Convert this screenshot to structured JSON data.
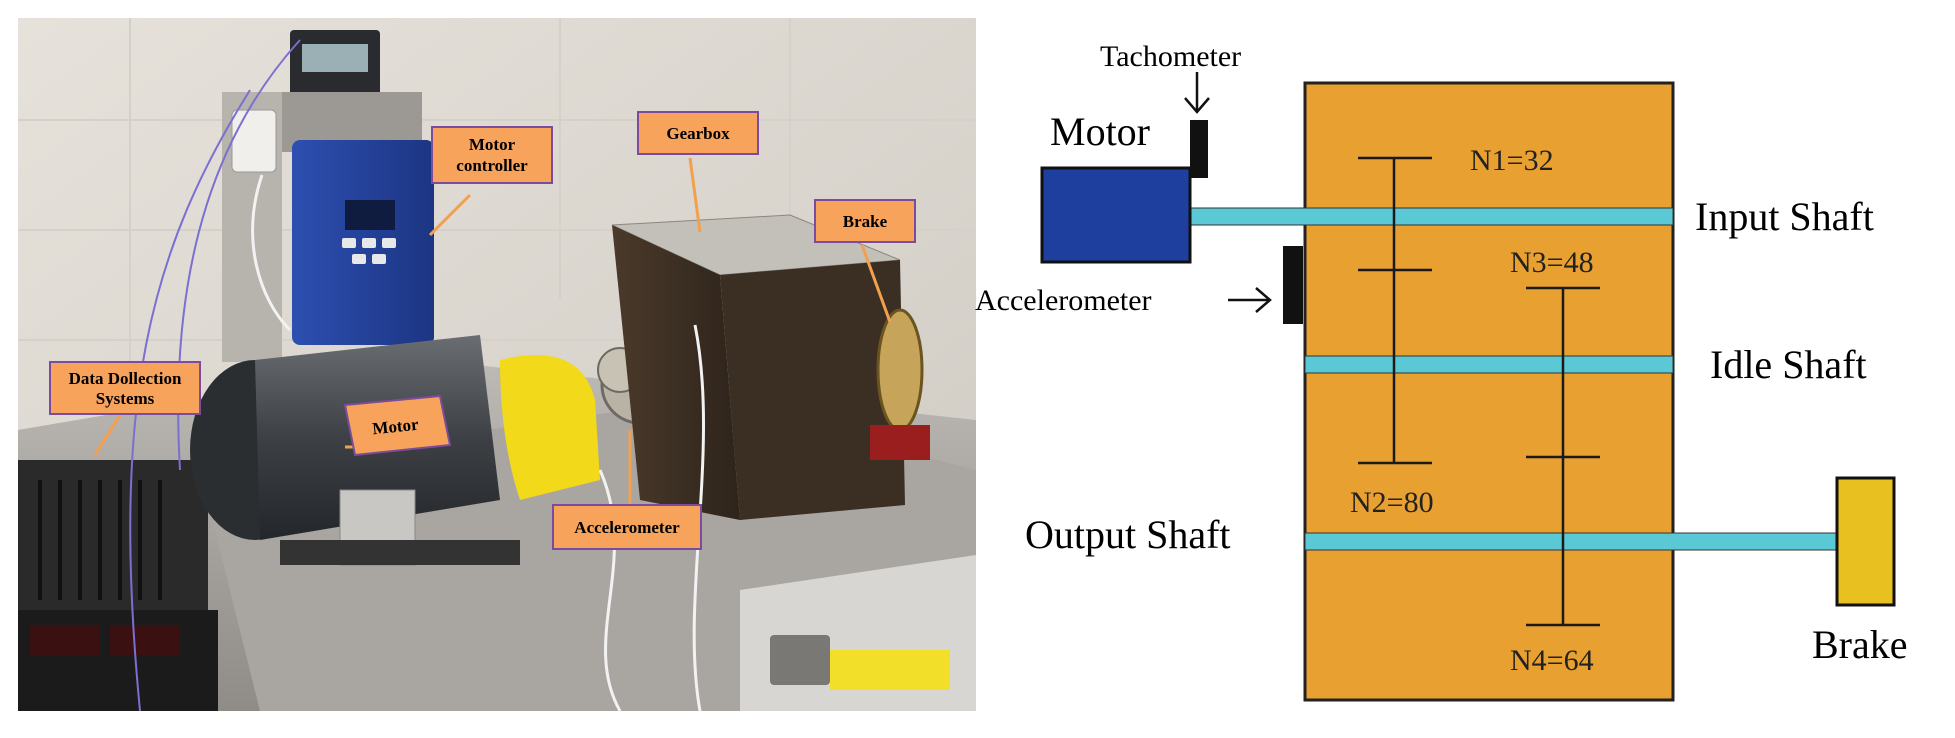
{
  "photo": {
    "callouts": {
      "motor_controller_line1": "Motor",
      "motor_controller_line2": "controller",
      "gearbox": "Gearbox",
      "brake": "Brake",
      "data_collection_line1": "Data Dollection",
      "data_collection_line2": "Systems",
      "motor": "Motor",
      "accelerometer": "Accelerometer"
    }
  },
  "schematic": {
    "labels": {
      "tachometer": "Tachometer",
      "motor": "Motor",
      "accelerometer": "Accelerometer",
      "input_shaft": "Input Shaft",
      "idle_shaft": "Idle Shaft",
      "output_shaft": "Output Shaft",
      "brake": "Brake"
    },
    "gears": {
      "n1": "N1=32",
      "n2": "N2=80",
      "n3": "N3=48",
      "n4": "N4=64"
    },
    "colors": {
      "gearbox": "#E8A030",
      "motor": "#1F3F9E",
      "shaft": "#5BC8D6",
      "brake": "#E8C020",
      "callout": "#F7A35C"
    }
  }
}
